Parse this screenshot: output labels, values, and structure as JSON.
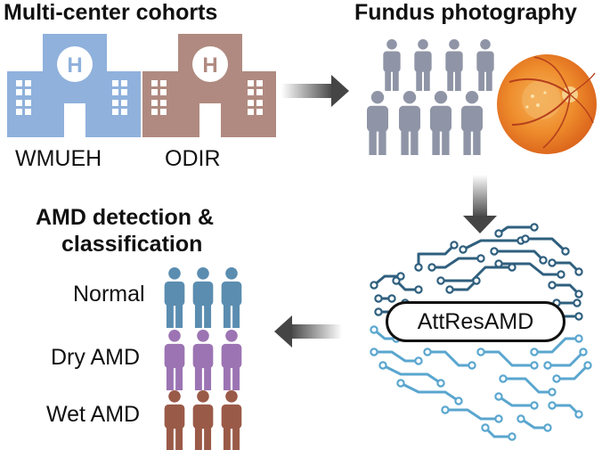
{
  "cohorts": {
    "title": "Multi-center cohorts",
    "hospitals": [
      {
        "name": "WMUEH",
        "sign": "H",
        "color": "#8fb1dc"
      },
      {
        "name": "ODIR",
        "sign": "H",
        "color": "#b08a80"
      }
    ]
  },
  "fundus": {
    "title": "Fundus photography",
    "people_color": "#8f95a6"
  },
  "model": {
    "name": "AttResAMD",
    "circuit_colors": [
      "#2f5f7e",
      "#5aa6cf"
    ]
  },
  "detection": {
    "title_line1": "AMD detection &",
    "title_line2": "classification",
    "classes": [
      {
        "label": "Normal",
        "color": "#5b8db0"
      },
      {
        "label": "Dry AMD",
        "color": "#9c74b3"
      },
      {
        "label": "Wet AMD",
        "color": "#9a5a48"
      }
    ]
  },
  "colors": {
    "arrow": "#454545",
    "retina_outer": "#e8751f",
    "retina_inner": "#f2a546"
  }
}
